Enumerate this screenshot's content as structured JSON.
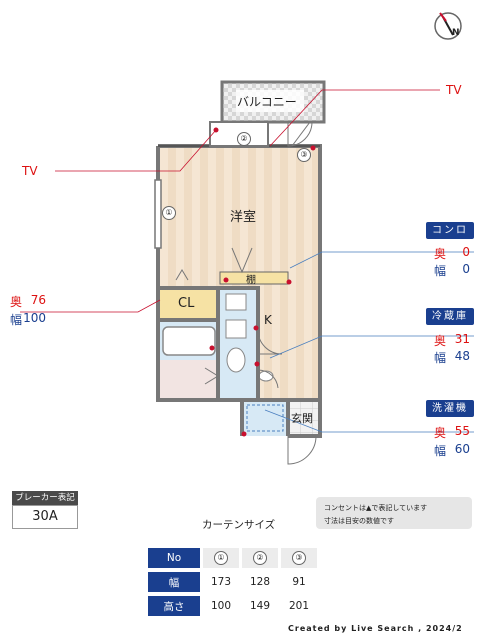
{
  "tv_labels": [
    "TV",
    "TV"
  ],
  "rooms": {
    "balcony": "バルコニー",
    "western_room": "洋室",
    "shelf": "棚",
    "closet": "CL",
    "kitchen": "K",
    "entrance": "玄関"
  },
  "window_markers": [
    "①",
    "②",
    "③"
  ],
  "left_spec": {
    "depth_label": "奥",
    "depth_value": "76",
    "width_label": "幅",
    "width_value": "100"
  },
  "specs": [
    {
      "title": "コンロ",
      "depth_label": "奥",
      "depth_value": "0",
      "width_label": "幅",
      "width_value": "0"
    },
    {
      "title": "冷蔵庫",
      "depth_label": "奥",
      "depth_value": "31",
      "width_label": "幅",
      "width_value": "48"
    },
    {
      "title": "洗濯機",
      "depth_label": "奥",
      "depth_value": "55",
      "width_label": "幅",
      "width_value": "60"
    }
  ],
  "breaker": {
    "title": "ブレーカー表記",
    "value": "30A"
  },
  "note": {
    "line1": "コンセントは▲で表記しています",
    "line2": "寸法は目安の数値です"
  },
  "curtain": {
    "title": "カーテンサイズ",
    "header_label": "No",
    "columns": [
      "①",
      "②",
      "③"
    ],
    "rows": [
      {
        "label": "幅",
        "values": [
          "173",
          "128",
          "91"
        ]
      },
      {
        "label": "高さ",
        "values": [
          "100",
          "149",
          "201"
        ]
      }
    ]
  },
  "compass_letter": "N",
  "footer": "Created by Live Search , 2024/2",
  "colors": {
    "accent_blue": "#1a3f8f",
    "accent_red": "#dd1111",
    "floor_wood": "#f3e3cf",
    "closet_yellow": "#f6e2a4",
    "wet_blue": "#d7e9f5"
  }
}
